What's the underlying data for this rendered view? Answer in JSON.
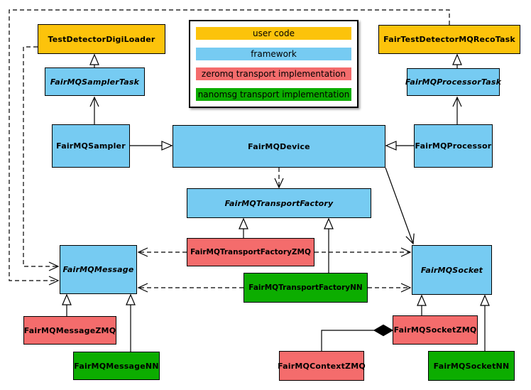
{
  "palette": {
    "user_code": "#FCC30B",
    "framework": "#76CBF2",
    "zeromq": "#F46C6C",
    "nanomsg": "#0CAD00",
    "line": "#000000",
    "background": "#FFFFFF"
  },
  "legend": {
    "items": [
      {
        "label": "user code",
        "color": "#FCC30B"
      },
      {
        "label": "framework",
        "color": "#76CBF2"
      },
      {
        "label": "zeromq transport implementation",
        "color": "#F46C6C"
      },
      {
        "label": "nanomsg transport implementation",
        "color": "#0CAD00"
      }
    ]
  },
  "nodes": {
    "testDetectorDigiLoader": {
      "label": "TestDetectorDigiLoader",
      "category": "user code",
      "abstract": false
    },
    "fairTestDetectorMQRecoTask": {
      "label": "FairTestDetectorMQRecoTask",
      "category": "user code",
      "abstract": false
    },
    "samplerTask": {
      "label": "FairMQSamplerTask",
      "category": "framework",
      "abstract": true
    },
    "processorTask": {
      "label": "FairMQProcessorTask",
      "category": "framework",
      "abstract": true
    },
    "sampler": {
      "label": "FairMQSampler",
      "category": "framework",
      "abstract": false
    },
    "device": {
      "label": "FairMQDevice",
      "category": "framework",
      "abstract": false
    },
    "processor": {
      "label": "FairMQProcessor",
      "category": "framework",
      "abstract": false
    },
    "transportFactory": {
      "label": "FairMQTransportFactory",
      "category": "framework",
      "abstract": true
    },
    "transportFactoryZMQ": {
      "label": "FairMQTransportFactoryZMQ",
      "category": "zeromq",
      "abstract": false
    },
    "transportFactoryNN": {
      "label": "FairMQTransportFactoryNN",
      "category": "nanomsg",
      "abstract": false
    },
    "message": {
      "label": "FairMQMessage",
      "category": "framework",
      "abstract": true
    },
    "socket": {
      "label": "FairMQSocket",
      "category": "framework",
      "abstract": true
    },
    "messageZMQ": {
      "label": "FairMQMessageZMQ",
      "category": "zeromq",
      "abstract": false
    },
    "messageNN": {
      "label": "FairMQMessageNN",
      "category": "nanomsg",
      "abstract": false
    },
    "socketZMQ": {
      "label": "FairMQSocketZMQ",
      "category": "zeromq",
      "abstract": false
    },
    "socketNN": {
      "label": "FairMQSocketNN",
      "category": "nanomsg",
      "abstract": false
    },
    "contextZMQ": {
      "label": "FairMQContextZMQ",
      "category": "zeromq",
      "abstract": false
    }
  },
  "edges": [
    {
      "from": "samplerTask",
      "to": "testDetectorDigiLoader",
      "type": "inheritance"
    },
    {
      "from": "processorTask",
      "to": "fairTestDetectorMQRecoTask",
      "type": "inheritance"
    },
    {
      "from": "sampler",
      "to": "device",
      "type": "inheritance"
    },
    {
      "from": "processor",
      "to": "device",
      "type": "inheritance"
    },
    {
      "from": "transportFactoryZMQ",
      "to": "transportFactory",
      "type": "inheritance"
    },
    {
      "from": "transportFactoryNN",
      "to": "transportFactory",
      "type": "inheritance"
    },
    {
      "from": "messageZMQ",
      "to": "message",
      "type": "inheritance"
    },
    {
      "from": "messageNN",
      "to": "message",
      "type": "inheritance"
    },
    {
      "from": "socketZMQ",
      "to": "socket",
      "type": "inheritance"
    },
    {
      "from": "socketNN",
      "to": "socket",
      "type": "inheritance"
    },
    {
      "from": "sampler",
      "to": "samplerTask",
      "type": "association"
    },
    {
      "from": "processor",
      "to": "processorTask",
      "type": "association"
    },
    {
      "from": "device",
      "to": "socket",
      "type": "association"
    },
    {
      "from": "device",
      "to": "transportFactory",
      "type": "dependency"
    },
    {
      "from": "testDetectorDigiLoader",
      "to": "message",
      "type": "dependency"
    },
    {
      "from": "fairTestDetectorMQRecoTask",
      "to": "message",
      "type": "dependency"
    },
    {
      "from": "transportFactoryZMQ",
      "to": "message",
      "type": "dependency"
    },
    {
      "from": "transportFactoryZMQ",
      "to": "socket",
      "type": "dependency"
    },
    {
      "from": "transportFactoryNN",
      "to": "message",
      "type": "dependency"
    },
    {
      "from": "transportFactoryNN",
      "to": "socket",
      "type": "dependency"
    },
    {
      "from": "contextZMQ",
      "to": "socketZMQ",
      "type": "composition"
    }
  ]
}
